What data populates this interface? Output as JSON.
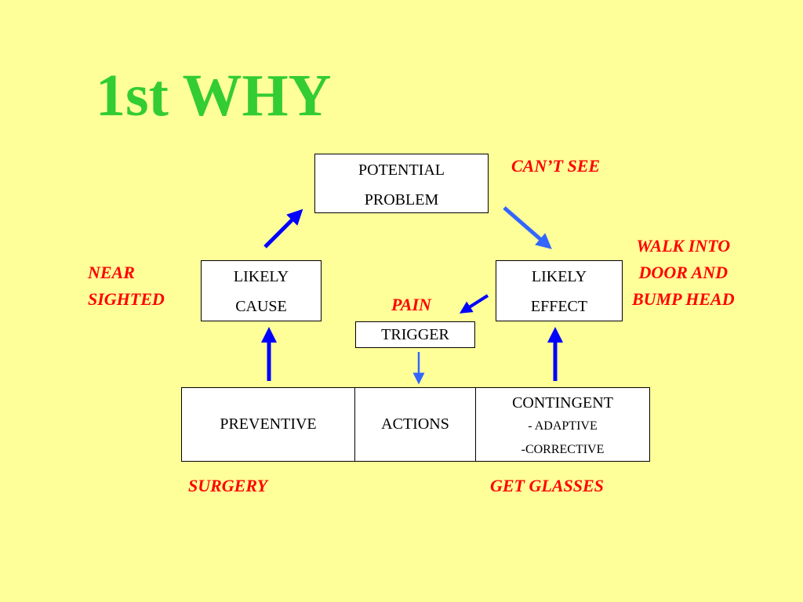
{
  "title": "1st WHY",
  "boxes": {
    "potential_problem": [
      "POTENTIAL",
      "PROBLEM"
    ],
    "likely_cause": [
      "LIKELY",
      "CAUSE"
    ],
    "likely_effect": [
      "LIKELY",
      "EFFECT"
    ],
    "trigger": "TRIGGER"
  },
  "actions_table": {
    "preventive": "PREVENTIVE",
    "actions": "ACTIONS",
    "contingent": "CONTINGENT",
    "adaptive": "- ADAPTIVE",
    "corrective": "-CORRECTIVE"
  },
  "notes": {
    "cant_see": "CAN’T SEE",
    "walk_into": [
      "WALK INTO",
      "DOOR AND",
      "BUMP HEAD"
    ],
    "near_sighted": [
      "NEAR",
      "SIGHTED"
    ],
    "pain": "PAIN",
    "surgery": "SURGERY",
    "get_glasses": "GET GLASSES"
  },
  "colors": {
    "background": "#FFFF99",
    "title": "#33CC33",
    "notes": "#FF0000",
    "arrow_dark": "#0000FF",
    "arrow_light": "#3366FF"
  }
}
